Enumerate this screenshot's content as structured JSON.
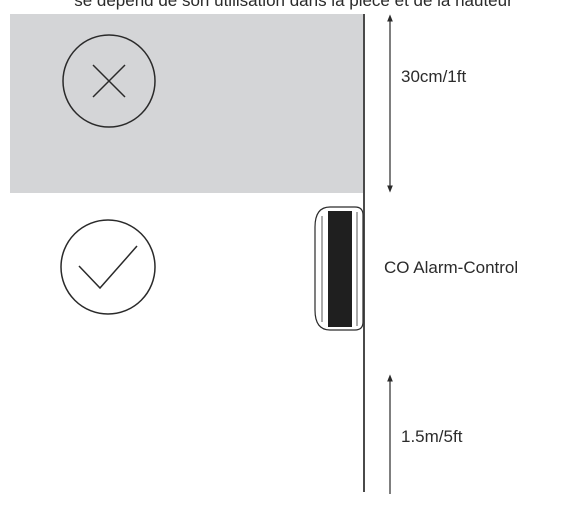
{
  "caption": "se dépend de son utilisation dans la pièce et de la hauteur",
  "labels": {
    "top_distance": "30cm/1ft",
    "device": "CO Alarm-Control",
    "bottom_distance": "1.5m/5ft"
  },
  "icons": {
    "wrong": "cross-circle-icon",
    "correct": "check-circle-icon"
  },
  "colors": {
    "forbidden_zone": "#d4d5d7",
    "line": "#2a2a2a",
    "device_body": "#1f1f1f"
  }
}
